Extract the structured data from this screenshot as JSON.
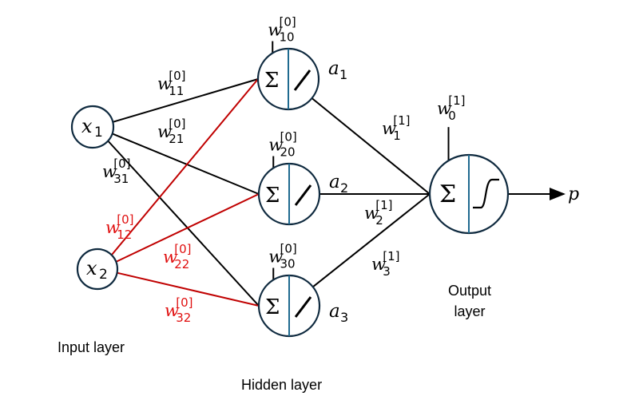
{
  "colors": {
    "line": "#000000",
    "node_stroke": "#0f2a3f",
    "divider": "#1f6a8f",
    "highlight": "#c00000",
    "highlight_text": "#e01010",
    "layer_text": "#2233cc"
  },
  "input_nodes": [
    {
      "id": "x1",
      "symbol": "x",
      "index": "1"
    },
    {
      "id": "x2",
      "symbol": "x",
      "index": "2"
    }
  ],
  "hidden_nodes": [
    {
      "id": "h1",
      "sum": "Σ",
      "activation": "linear",
      "output": {
        "symbol": "a",
        "index": "1"
      },
      "bias": {
        "symbol": "w",
        "sup": "[0]",
        "sub": "10"
      }
    },
    {
      "id": "h2",
      "sum": "Σ",
      "activation": "linear",
      "output": {
        "symbol": "a",
        "index": "2"
      },
      "bias": {
        "symbol": "w",
        "sup": "[0]",
        "sub": "20"
      }
    },
    {
      "id": "h3",
      "sum": "Σ",
      "activation": "linear",
      "output": {
        "symbol": "a",
        "index": "3"
      },
      "bias": {
        "symbol": "w",
        "sup": "[0]",
        "sub": "30"
      }
    }
  ],
  "output_node": {
    "id": "out",
    "sum": "Σ",
    "activation": "sigmoid",
    "bias": {
      "symbol": "w",
      "sup": "[1]",
      "sub": "0"
    },
    "output_label": "p"
  },
  "edges": [
    {
      "from": "x1",
      "to": "h1",
      "weight": {
        "symbol": "w",
        "sup": "[0]",
        "sub": "11"
      },
      "highlight": false
    },
    {
      "from": "x1",
      "to": "h2",
      "weight": {
        "symbol": "w",
        "sup": "[0]",
        "sub": "21"
      },
      "highlight": false
    },
    {
      "from": "x1",
      "to": "h3",
      "weight": {
        "symbol": "w",
        "sup": "[0]",
        "sub": "31"
      },
      "highlight": false
    },
    {
      "from": "x2",
      "to": "h1",
      "weight": {
        "symbol": "w",
        "sup": "[0]",
        "sub": "12"
      },
      "highlight": true
    },
    {
      "from": "x2",
      "to": "h2",
      "weight": {
        "symbol": "w",
        "sup": "[0]",
        "sub": "22"
      },
      "highlight": true
    },
    {
      "from": "x2",
      "to": "h3",
      "weight": {
        "symbol": "w",
        "sup": "[0]",
        "sub": "32"
      },
      "highlight": true
    },
    {
      "from": "h1",
      "to": "out",
      "weight": {
        "symbol": "w",
        "sup": "[1]",
        "sub": "1"
      },
      "highlight": false
    },
    {
      "from": "h2",
      "to": "out",
      "weight": {
        "symbol": "w",
        "sup": "[1]",
        "sub": "2"
      },
      "highlight": false
    },
    {
      "from": "h3",
      "to": "out",
      "weight": {
        "symbol": "w",
        "sup": "[1]",
        "sub": "3"
      },
      "highlight": false
    }
  ],
  "layer_labels": {
    "input": "Input layer",
    "hidden": "Hidden layer",
    "output_line1": "Output",
    "output_line2": "layer"
  }
}
